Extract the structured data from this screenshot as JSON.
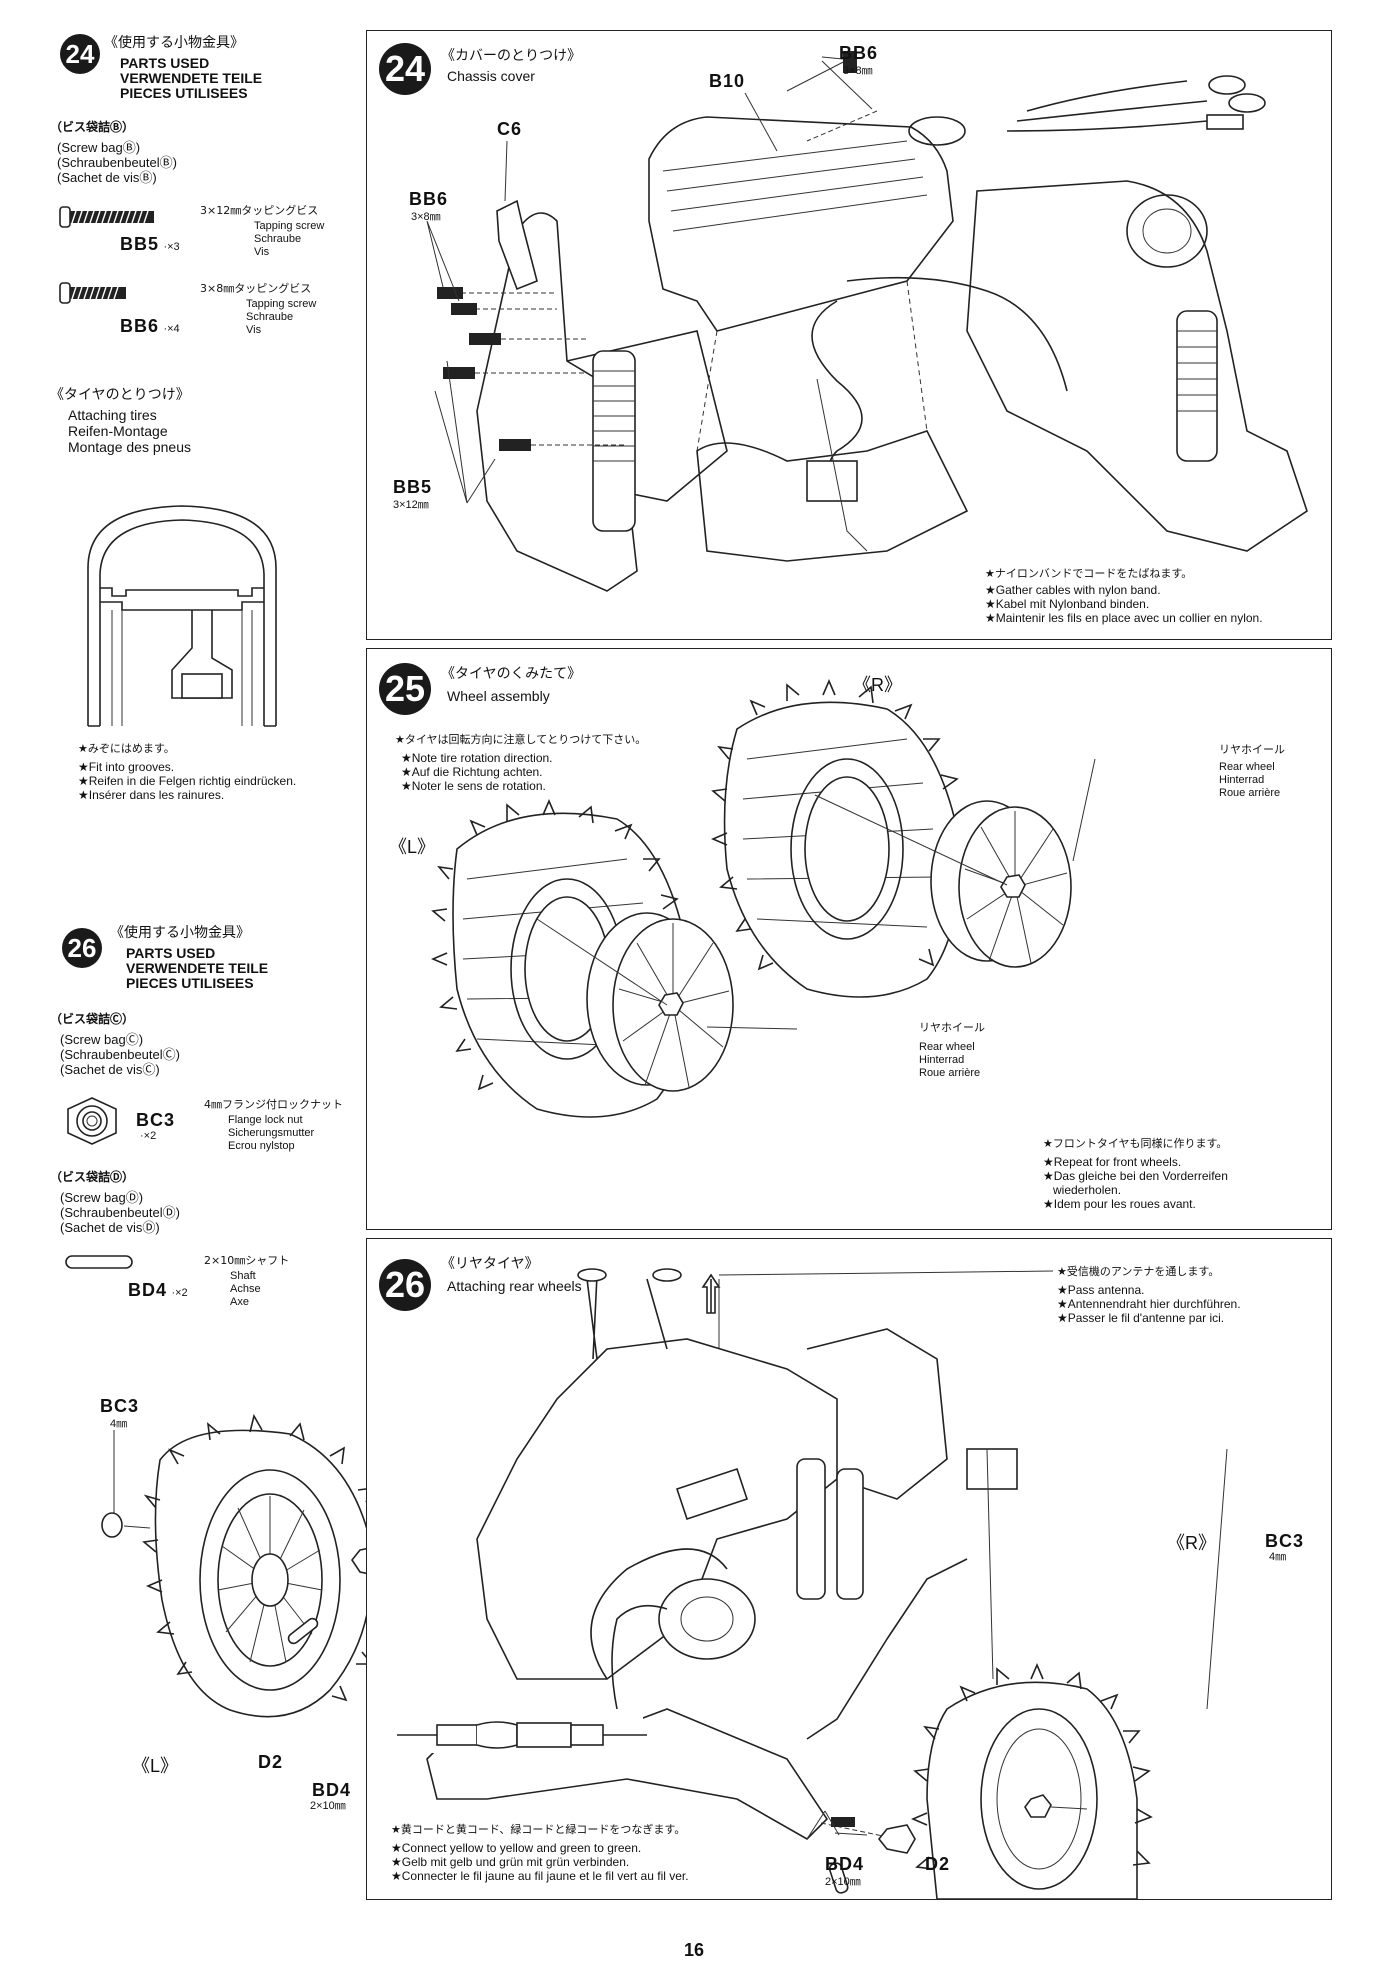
{
  "left": {
    "s24": {
      "num": "24",
      "jp_title": "《使用する小物金具》",
      "caps": [
        "PARTS USED",
        "VERWENDETE TEILE",
        "PIECES UTILISEES"
      ],
      "bag_jp": "（ビス袋詰Ⓑ）",
      "bag": [
        "(Screw bagⒷ)",
        "(SchraubenbeutelⒷ)",
        "(Sachet de visⒷ)"
      ],
      "bb5": {
        "code": "BB5",
        "qty": "·×3",
        "jp": "3×12㎜タッピングビス",
        "names": [
          "Tapping screw",
          "Schraube",
          "Vis"
        ]
      },
      "bb6": {
        "code": "BB6",
        "qty": "·×4",
        "jp": "3×8㎜タッピングビス",
        "names": [
          "Tapping screw",
          "Schraube",
          "Vis"
        ]
      }
    },
    "tires": {
      "jp_title": "《タイヤのとりつけ》",
      "lines": [
        "Attaching tires",
        "Reifen-Montage",
        "Montage des pneus"
      ],
      "note_jp": "★みぞにはめます。",
      "notes": [
        "★Fit into grooves.",
        "★Reifen in die Felgen richtig eindrücken.",
        "★Insérer dans les rainures."
      ]
    },
    "s26": {
      "num": "26",
      "jp_title": "《使用する小物金具》",
      "caps": [
        "PARTS USED",
        "VERWENDETE TEILE",
        "PIECES UTILISEES"
      ],
      "bagC_jp": "（ビス袋詰Ⓒ）",
      "bagC": [
        "(Screw bagⒸ)",
        "(SchraubenbeutelⒸ)",
        "(Sachet de visⒸ)"
      ],
      "bc3": {
        "code": "BC3",
        "qty": "·×2",
        "jp": "4㎜フランジ付ロックナット",
        "names": [
          "Flange lock nut",
          "Sicherungsmutter",
          "Ecrou nylstop"
        ]
      },
      "bagD_jp": "（ビス袋詰Ⓓ）",
      "bagD": [
        "(Screw bagⒹ)",
        "(SchraubenbeutelⒹ)",
        "(Sachet de visⒹ)"
      ],
      "bd4": {
        "code": "BD4",
        "qty": "·×2",
        "jp": "2×10㎜シャフト",
        "names": [
          "Shaft",
          "Achse",
          "Axe"
        ]
      }
    },
    "s26_figure": {
      "bc3": "BC3",
      "bc3_size": "4㎜",
      "l": "《L》",
      "d2": "D2",
      "bd4": "BD4",
      "bd4_size": "2×10㎜"
    }
  },
  "p24": {
    "num": "24",
    "jp_title": "《カバーのとりつけ》",
    "title": "Chassis cover",
    "bb6_top": "BB6",
    "bb6_top_size": "3×8㎜",
    "b10": "B10",
    "c6": "C6",
    "bb6": "BB6",
    "bb6_size": "3×8㎜",
    "bb5": "BB5",
    "bb5_size": "3×12㎜",
    "note_jp": "★ナイロンバンドでコードをたばねます。",
    "notes": [
      "★Gather cables with nylon band.",
      "★Kabel mit Nylonband binden.",
      "★Maintenir les fils en place avec un collier en nylon."
    ]
  },
  "p25": {
    "num": "25",
    "jp_title": "《タイヤのくみたて》",
    "title": "Wheel assembly",
    "r": "《R》",
    "l": "《L》",
    "note_jp": "★タイヤは回転方向に注意してとりつけて下さい。",
    "notes": [
      "★Note tire rotation direction.",
      "★Auf die Richtung achten.",
      "★Noter le sens de rotation."
    ],
    "rear_r": {
      "jp": "リヤホイール",
      "names": [
        "Rear wheel",
        "Hinterrad",
        "Roue arrière"
      ]
    },
    "rear_l": {
      "jp": "リヤホイール",
      "names": [
        "Rear wheel",
        "Hinterrad",
        "Roue arrière"
      ]
    },
    "front_jp": "★フロントタイヤも同様に作ります。",
    "front": [
      "★Repeat for front wheels.",
      "★Das gleiche bei den Vorderreifen",
      "wiederholen.",
      "★Idem pour les roues avant."
    ]
  },
  "p26": {
    "num": "26",
    "jp_title": "《リヤタイヤ》",
    "title": "Attaching rear wheels",
    "ant_jp": "★受信機のアンテナを通します。",
    "ant": [
      "★Pass antenna.",
      "★Antennendraht hier durchführen.",
      "★Passer le fil d'antenne par ici."
    ],
    "r": "《R》",
    "bc3": "BC3",
    "bc3_size": "4㎜",
    "bd4": "BD4",
    "bd4_size": "2×10㎜",
    "d2": "D2",
    "conn_jp": "★黄コードと黄コード、緑コードと緑コードをつなぎます。",
    "conn": [
      "★Connect yellow to yellow and green to green.",
      "★Gelb mit gelb und grün mit grün verbinden.",
      "★Connecter le fil jaune au fil jaune et le fil vert au fil ver."
    ]
  },
  "page_number": "16"
}
